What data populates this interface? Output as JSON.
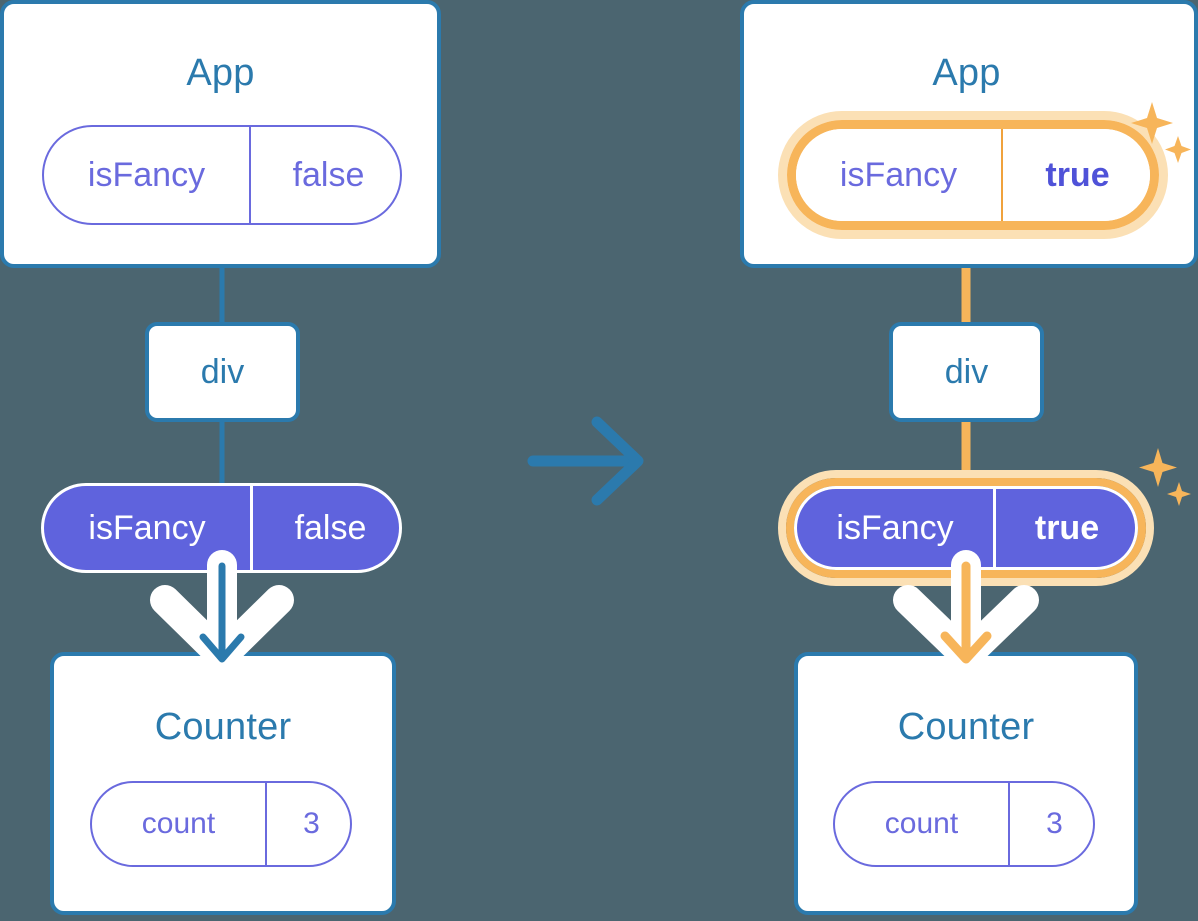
{
  "meta": {
    "background_color": "#4b6570",
    "accent_blue": "#2b7aad",
    "accent_purple": "#6a6ade",
    "pill_fill_purple": "#5f63dd",
    "highlight_orange": "#f5b councils",
    "highlight_orange_solid": "#f7b55a",
    "highlight_orange_glow": "#fbd9a4",
    "white": "#ffffff"
  },
  "transition_arrow": {
    "name": "right-arrow",
    "color": "#2b7aad",
    "direction": "right"
  },
  "panels": [
    {
      "id": "before",
      "app": {
        "title": "App",
        "state": {
          "name": "isFancy",
          "value": "false",
          "highlighted": false,
          "style": "outline"
        }
      },
      "div": {
        "label": "div"
      },
      "prop_pill": {
        "name": "isFancy",
        "value": "false",
        "highlighted": false,
        "style": "solid"
      },
      "counter": {
        "title": "Counter",
        "state": {
          "name": "count",
          "value": "3",
          "highlighted": false,
          "style": "outline"
        }
      },
      "connector_color": "#2b7aad",
      "arrow_color": "#2b7aad",
      "sparkles": false
    },
    {
      "id": "after",
      "app": {
        "title": "App",
        "state": {
          "name": "isFancy",
          "value": "true",
          "highlighted": true,
          "style": "outline"
        }
      },
      "div": {
        "label": "div"
      },
      "prop_pill": {
        "name": "isFancy",
        "value": "true",
        "highlighted": true,
        "style": "solid"
      },
      "counter": {
        "title": "Counter",
        "state": {
          "name": "count",
          "value": "3",
          "highlighted": false,
          "style": "outline"
        }
      },
      "connector_color": "#f7b55a",
      "arrow_color": "#f7b55a",
      "sparkles": true
    }
  ]
}
